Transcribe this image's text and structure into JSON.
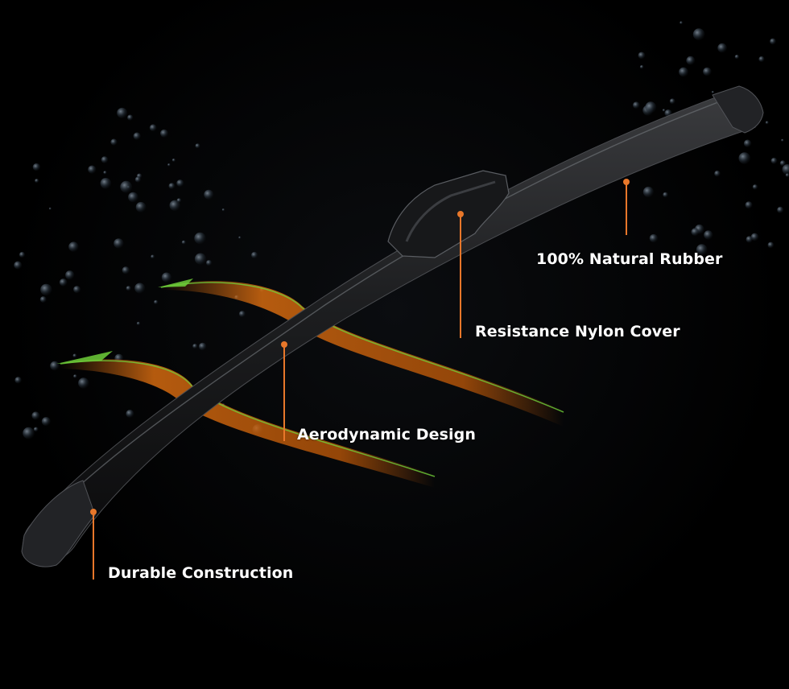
{
  "scene": {
    "subject": "wiper-blade",
    "background_color": "#000000",
    "accent_color": "#e8772a",
    "airflow_color": "#d46a10",
    "airflow_edge_color": "#6fcf3a"
  },
  "callouts": [
    {
      "id": "natural-rubber",
      "text": "100% Natural Rubber"
    },
    {
      "id": "nylon-cover",
      "text": "Resistance Nylon Cover"
    },
    {
      "id": "aerodynamic",
      "text": "Aerodynamic Design"
    },
    {
      "id": "durable",
      "text": "Durable Construction"
    }
  ]
}
